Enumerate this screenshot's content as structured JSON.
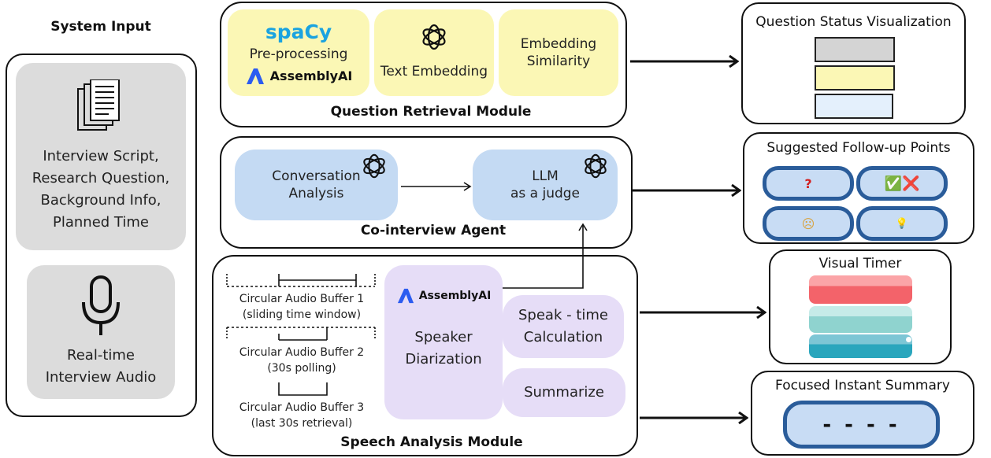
{
  "system_input": {
    "title": "System Input",
    "script_box": [
      "Interview Script,",
      "Research Question,",
      "Background Info,",
      "Planned Time"
    ],
    "audio_box": [
      "Real-time",
      "Interview Audio"
    ]
  },
  "question_retrieval": {
    "title": "Question Retrieval Module",
    "spacy_logo": "spaCy",
    "preprocessing": "Pre-processing",
    "assemblyai_logo": "AssemblyAI",
    "text_embedding": "Text Embedding",
    "embedding_similarity": [
      "Embedding",
      "Similarity"
    ]
  },
  "co_interview": {
    "title": "Co-interview Agent",
    "conversation_analysis": [
      "Conversation",
      "Analysis"
    ],
    "llm_judge": [
      "LLM",
      "as a judge"
    ]
  },
  "speech_analysis": {
    "title": "Speech Analysis Module",
    "buffer1": [
      "Circular Audio Buffer 1",
      "(sliding time window)"
    ],
    "buffer2": [
      "Circular Audio Buffer 2",
      "(30s polling)"
    ],
    "buffer3": [
      "Circular Audio Buffer 3",
      "(last 30s retrieval)"
    ],
    "assemblyai_logo": "AssemblyAI",
    "speaker_diarization": [
      "Speaker",
      "Diarization"
    ],
    "speak_time": [
      "Speak - time",
      "Calculation"
    ],
    "summarize": "Summarize"
  },
  "outputs": {
    "question_status": {
      "title": "Question Status Visualization",
      "colors": [
        "#d4d4d4",
        "#fbf7b5",
        "#e4f0fc"
      ]
    },
    "follow_up": {
      "title": "Suggested Follow-up Points",
      "pills": [
        "?",
        "✅❌",
        "☹",
        "💡"
      ]
    },
    "visual_timer": {
      "title": "Visual Timer",
      "colors": [
        "#f3636a",
        "#8fd3cf",
        "#2aa6bd"
      ]
    },
    "instant_summary": {
      "title": "Focused Instant Summary",
      "placeholder": "- - - -"
    }
  },
  "colors": {
    "yellow": "#fbf7b5",
    "blue": "#c4daf3",
    "purple": "#e6ddf7",
    "grey": "#dcdcdc",
    "spacy": "#1aa3e0",
    "assemblyai": "#2c5cf0"
  }
}
